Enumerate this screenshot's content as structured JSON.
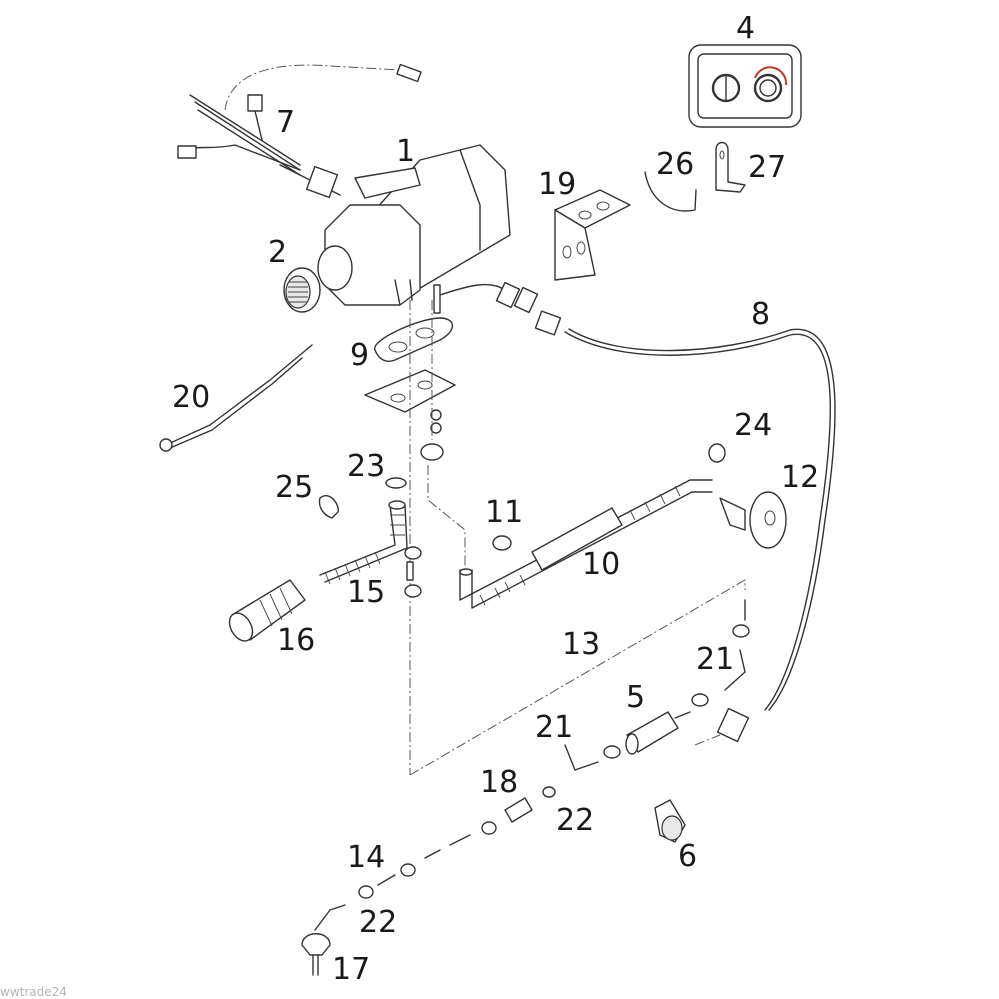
{
  "diagram": {
    "title": "Parking heater installation kit – exploded parts view",
    "watermark": "wwtrade24",
    "accent_color": "#c0392b",
    "parts": [
      {
        "number": "1",
        "name": "Heater unit"
      },
      {
        "number": "2",
        "name": "Air intake grille"
      },
      {
        "number": "4",
        "name": "Control panel with knobs"
      },
      {
        "number": "5",
        "name": "Fuel dosing pump"
      },
      {
        "number": "6",
        "name": "Pump mounting bracket with damper"
      },
      {
        "number": "7",
        "name": "Wiring harness"
      },
      {
        "number": "8",
        "name": "Fuel pump cable"
      },
      {
        "number": "9",
        "name": "Mounting gasket"
      },
      {
        "number": "10",
        "name": "Exhaust pipe with silencer"
      },
      {
        "number": "11",
        "name": "Pipe clamp"
      },
      {
        "number": "12",
        "name": "Exhaust end piece with flange"
      },
      {
        "number": "13",
        "name": "Fuel line"
      },
      {
        "number": "14",
        "name": "Fuel line connector"
      },
      {
        "number": "15",
        "name": "Combustion air intake hose"
      },
      {
        "number": "16",
        "name": "Intake silencer"
      },
      {
        "number": "17",
        "name": "Fuel standpipe"
      },
      {
        "number": "18",
        "name": "Fuel filter"
      },
      {
        "number": "19",
        "name": "Mounting bracket"
      },
      {
        "number": "20",
        "name": "Fuse holder cable"
      },
      {
        "number": "21",
        "name": "Fuel hose"
      },
      {
        "number": "22",
        "name": "Hose clamp"
      },
      {
        "number": "23",
        "name": "Hose clamp"
      },
      {
        "number": "24",
        "name": "Exhaust clamp"
      },
      {
        "number": "25",
        "name": "Cable clip"
      },
      {
        "number": "26",
        "name": "Cable tie"
      },
      {
        "number": "27",
        "name": "Angle bracket"
      }
    ],
    "callouts": {
      "c1": "1",
      "c2": "2",
      "c4": "4",
      "c5": "5",
      "c6": "6",
      "c7": "7",
      "c8": "8",
      "c9": "9",
      "c10": "10",
      "c11": "11",
      "c12": "12",
      "c13": "13",
      "c14": "14",
      "c15": "15",
      "c16": "16",
      "c17": "17",
      "c18": "18",
      "c19": "19",
      "c20": "20",
      "c21a": "21",
      "c21b": "21",
      "c22a": "22",
      "c22b": "22",
      "c23": "23",
      "c24": "24",
      "c25": "25",
      "c26": "26",
      "c27": "27"
    }
  }
}
